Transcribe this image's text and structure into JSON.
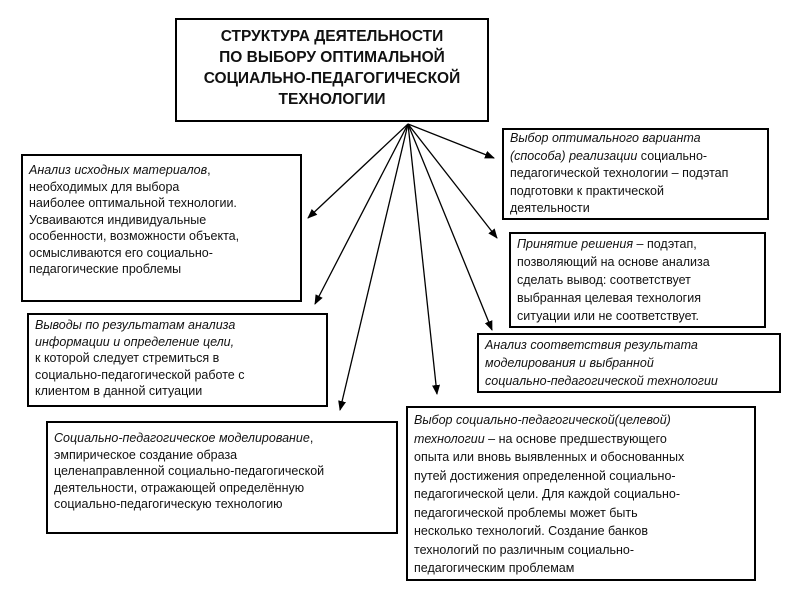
{
  "title": [
    "СТРУКТУРА ДЕЯТЕЛЬНОСТИ",
    "ПО ВЫБОРУ ОПТИМАЛЬНОЙ",
    "СОЦИАЛЬНО-ПЕДАГОГИЧЕСКОЙ",
    "ТЕХНОЛОГИИ"
  ],
  "boxes": [
    {
      "name": "box-analysis-materials",
      "lines": [
        {
          "i": "Анализ исходных материалов",
          "r": ","
        },
        {
          "i": "",
          "r": "необходимых для выбора"
        },
        {
          "i": "",
          "r": "наиболее оптимальной технологии."
        },
        {
          "i": "",
          "r": "Усваиваются индивидуальные"
        },
        {
          "i": "",
          "r": "особенности, возможности объекта,"
        },
        {
          "i": "",
          "r": "осмысливаются его социально-"
        },
        {
          "i": "",
          "r": "педагогические проблемы"
        }
      ]
    },
    {
      "name": "box-conclusions-goal",
      "lines": [
        {
          "i": "Выводы по результатам анализа",
          "r": ""
        },
        {
          "i": "информации и определение цели,",
          "r": ""
        },
        {
          "i": "",
          "r": "к которой следует стремиться в"
        },
        {
          "i": "",
          "r": "социально-педагогической работе с"
        },
        {
          "i": "",
          "r": "клиентом в данной ситуации"
        }
      ]
    },
    {
      "name": "box-modeling",
      "lines": [
        {
          "i": "Социально-педагогическое моделирование",
          "r": ","
        },
        {
          "i": "",
          "r": "эмпирическое создание образа"
        },
        {
          "i": "",
          "r": "целенаправленной социально-педагогической"
        },
        {
          "i": "",
          "r": "деятельности, отражающей определённую"
        },
        {
          "i": "",
          "r": "социально-педагогическую технологию"
        }
      ]
    },
    {
      "name": "box-choice-technology",
      "lines": [
        {
          "i": "Выбор социально-педагогической(целевой)",
          "r": ""
        },
        {
          "i": "технологии",
          "r": " – на основе предшествующего"
        },
        {
          "i": "",
          "r": "опыта или вновь выявленных и обоснованных"
        },
        {
          "i": "",
          "r": "путей достижения определенной социально-"
        },
        {
          "i": "",
          "r": "педагогической цели. Для каждой социально-"
        },
        {
          "i": "",
          "r": "педагогической проблемы может быть"
        },
        {
          "i": "",
          "r": "несколько технологий. Создание банков"
        },
        {
          "i": "",
          "r": "технологий по различным социально-"
        },
        {
          "i": "",
          "r": "педагогическим проблемам"
        }
      ]
    },
    {
      "name": "box-optimal-variant",
      "lines": [
        {
          "i": "Выбор оптимального варианта",
          "r": ""
        },
        {
          "i": "(способа) реализации",
          "r": " социально-"
        },
        {
          "i": "",
          "r": "педагогической технологии – подэтап"
        },
        {
          "i": "",
          "r": "подготовки к практической"
        },
        {
          "i": "",
          "r": "деятельности"
        }
      ]
    },
    {
      "name": "box-decision",
      "lines": [
        {
          "i": "Принятие решения",
          "r": " – подэтап,"
        },
        {
          "i": "",
          "r": "позволяющий на основе анализа"
        },
        {
          "i": "",
          "r": "сделать вывод: соответствует"
        },
        {
          "i": "",
          "r": "выбранная целевая технология"
        },
        {
          "i": "",
          "r": "ситуации или не соответствует."
        }
      ]
    },
    {
      "name": "box-compliance-analysis",
      "lines": [
        {
          "i": "Анализ соответствия результата",
          "r": ""
        },
        {
          "i": "моделирования и выбранной",
          "r": ""
        },
        {
          "i": "социально-педагогической технологии",
          "r": ""
        }
      ]
    }
  ]
}
